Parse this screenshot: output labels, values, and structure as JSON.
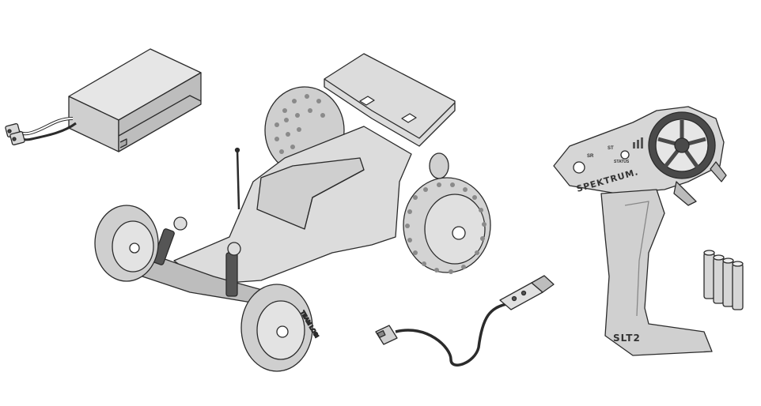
{
  "illustration": {
    "items": [
      {
        "name": "battery-pack"
      },
      {
        "name": "rc-buggy"
      },
      {
        "name": "usb-charger-cable"
      },
      {
        "name": "transmitter"
      },
      {
        "name": "aa-batteries",
        "count": 4
      }
    ]
  },
  "transmitter": {
    "brand_logo": "SPEKTRUM.",
    "model_badge": "SLT2",
    "label_status": "STATUS",
    "label_st": "ST",
    "label_sr": "SR"
  },
  "buggy": {
    "tire_label": "TEAM LOSI"
  },
  "colors": {
    "outline": "#2b2b2b",
    "body_fill": "#dcdcdc",
    "tire_fill": "#cfcfcf",
    "dark_fill": "#4a4a4a"
  }
}
